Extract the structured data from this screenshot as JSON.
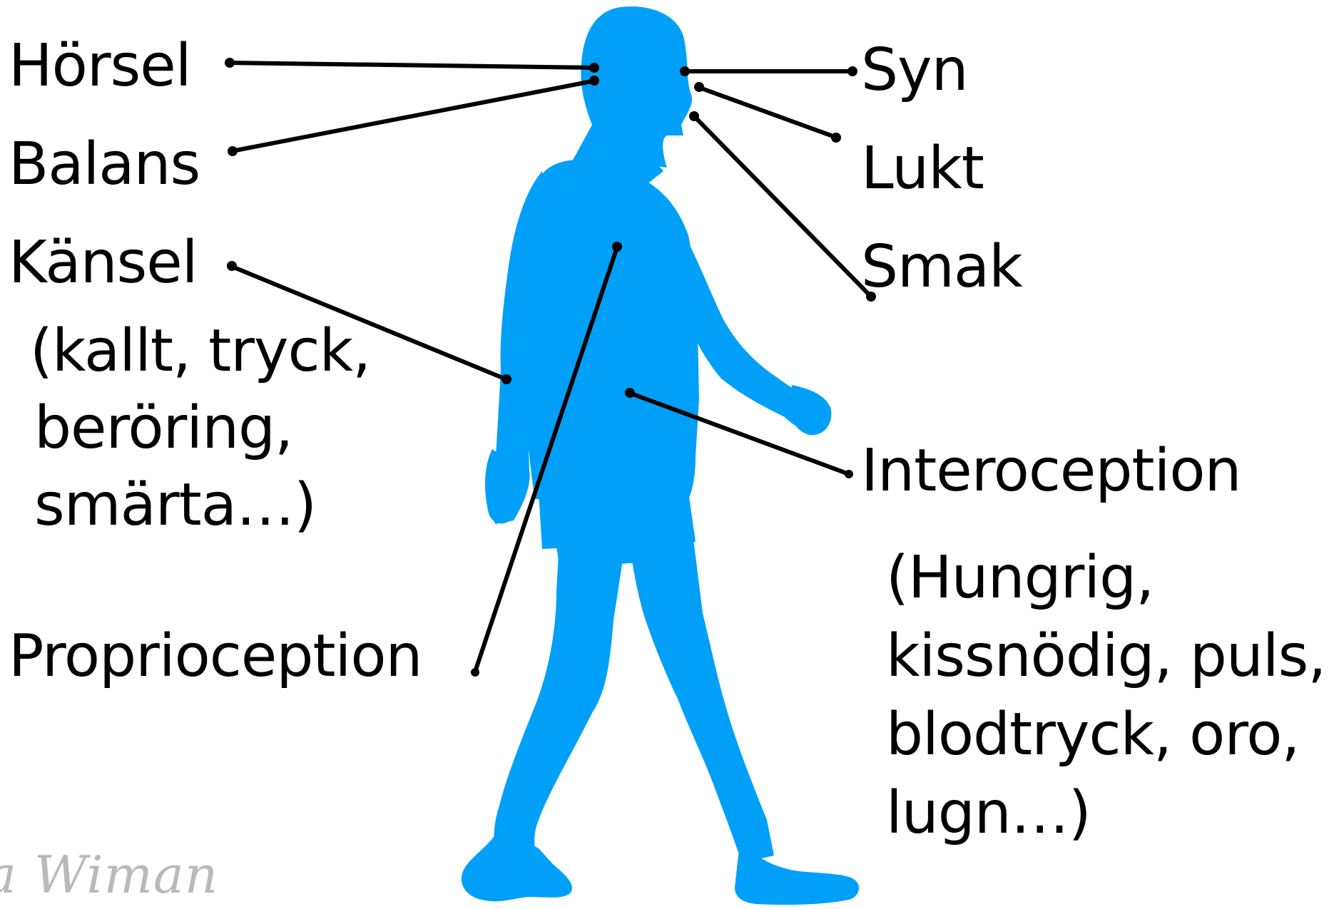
{
  "colors": {
    "figure": "#00a0f8",
    "line": "#000000",
    "text": "#000000",
    "signature": "#b9b9b9"
  },
  "labels": {
    "horsel": "Hörsel",
    "balans": "Balans",
    "kansel": "Känsel",
    "kansel_detail_1": "(kallt, tryck,",
    "kansel_detail_2": "beröring,",
    "kansel_detail_3": "smärta…)",
    "proprioception": "Proprioception",
    "syn": "Syn",
    "lukt": "Lukt",
    "smak": "Smak",
    "interoception": "Interoception",
    "intero_detail_1": "(Hungrig,",
    "intero_detail_2": "kissnödig, puls,",
    "intero_detail_3": "blodtryck, oro,",
    "intero_detail_4": "lugn…)"
  },
  "signature": "a Wiman"
}
